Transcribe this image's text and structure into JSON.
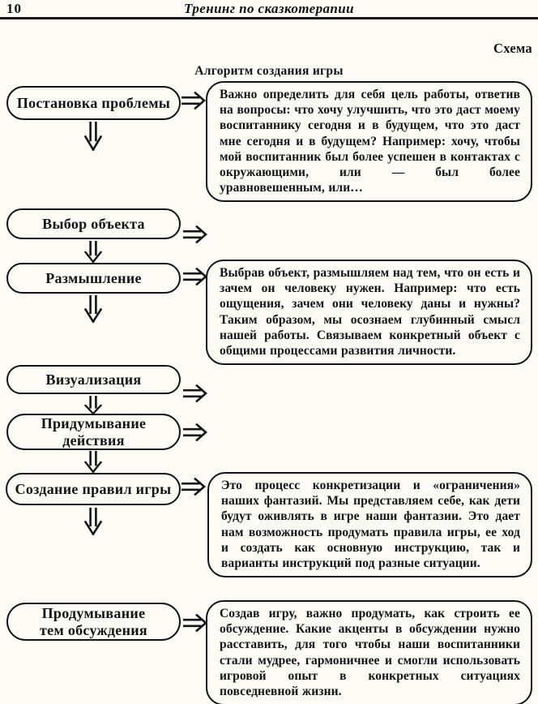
{
  "header": {
    "page_number": "10",
    "running_title": "Тренинг по сказкотерапии"
  },
  "corner_label": "Схема",
  "diagram": {
    "title": "Алгоритм создания игры",
    "steps": [
      {
        "label": "Постановка проблемы",
        "description": "Важно определить для себя цель работы, ответив на вопросы: что хочу улучшить, что это даст моему воспитаннику сегодня и в будущем, что это даст мне сегодня и в будущем? Например: хочу, чтобы мой воспитанник был более успешен в контактах с окружающими, или — был более уравновешенным, или…"
      },
      {
        "label": "Выбор объекта"
      },
      {
        "label": "Размышление",
        "description": "Выбрав объект, размышляем над тем, что он есть и зачем он человеку нужен. Например: что есть ощущения, зачем они человеку даны и нужны? Таким образом, мы осознаем глубинный смысл нашей работы. Связываем конкретный объект с общими процессами развития личности."
      },
      {
        "label": "Визуализация"
      },
      {
        "label": "Придумывание\nдействия"
      },
      {
        "label": "Создание правил игры",
        "description": "Это процесс конкретизации и «ограничения» наших фантазий. Мы представляем себе, как дети будут оживлять в игре наши фантазии. Это дает нам возможность продумать правила игры, ее ход и создать как основную инструкцию, так и варианты инструкций под разные ситуации."
      },
      {
        "label": "Продумывание\nтем обсуждения",
        "description": "Создав игру, важно продумать, как строить ее обсуждение. Какие акценты в обсуждении нужно расставить, для того чтобы наши воспитанники стали мудрее, гармоничнее и смогли использовать игровой опыт в конкретных ситуациях повседневной жизни."
      }
    ]
  },
  "colors": {
    "ink": "#141414",
    "paper": "#fcfbf6"
  }
}
